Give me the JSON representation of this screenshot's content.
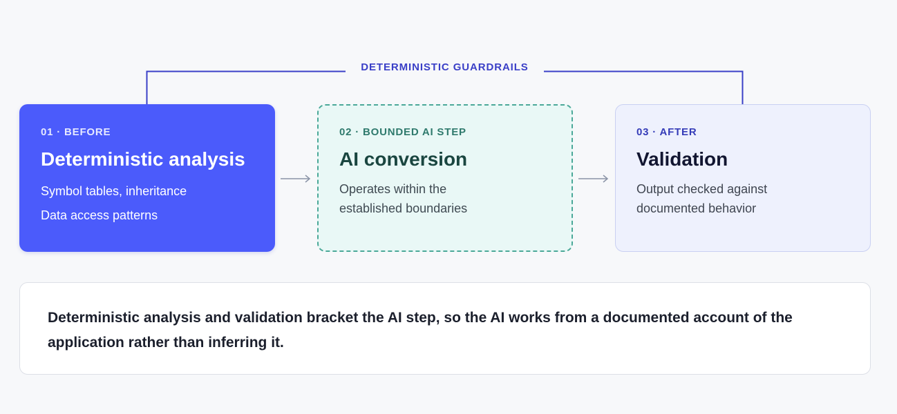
{
  "guardrail": {
    "label": "DETERMINISTIC GUARDRAILS",
    "color": "#3a3fc7"
  },
  "steps": [
    {
      "label": "01 · BEFORE",
      "title": "Deterministic analysis",
      "lines": [
        "Symbol tables, inheritance",
        "Data access patterns"
      ],
      "color": "#4b5bfb"
    },
    {
      "label": "02 · BOUNDED AI STEP",
      "title": "AI conversion",
      "lines": [
        "Operates within the",
        "established boundaries"
      ],
      "color": "#e9f8f6"
    },
    {
      "label": "03 · AFTER",
      "title": "Validation",
      "lines": [
        "Output checked against",
        "documented behavior"
      ],
      "color": "#eef1fd"
    }
  ],
  "arrow_icon": "right-arrow-icon",
  "summary": {
    "text": "Deterministic analysis and validation bracket the AI step, so the AI works from a documented account of the application rather than inferring it."
  }
}
